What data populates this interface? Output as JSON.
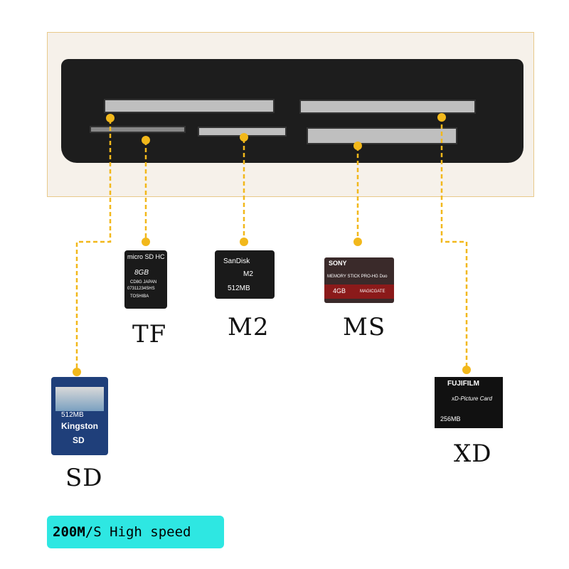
{
  "labels": {
    "sd": "SD",
    "tf": "TF",
    "m2": "M2",
    "ms": "MS",
    "xd": "XD"
  },
  "cards": {
    "sd": {
      "capacity": "512MB",
      "brand": "Kingston",
      "type": "SD"
    },
    "tf": {
      "line1": "micro SD HC",
      "capacity": "8GB",
      "line3": "CD8G JAPAN",
      "line4": "07311234SHS",
      "brand": "TOSHIBA"
    },
    "m2": {
      "brand": "SanDisk",
      "type": "M2",
      "capacity": "512MB"
    },
    "ms": {
      "brand": "SONY",
      "type": "MEMORY STICK PRO-HG Duo",
      "capacity": "4GB",
      "extra": "MAGICGATE"
    },
    "xd": {
      "brand": "FUJIFILM",
      "type": "xD-Picture Card",
      "capacity": "256MB"
    }
  },
  "speed": {
    "bold": "200M",
    "rest": "/S High speed"
  },
  "colors": {
    "accent": "#f2b81b",
    "badge": "#2ee7e2",
    "reader": "#1d1d1d"
  }
}
